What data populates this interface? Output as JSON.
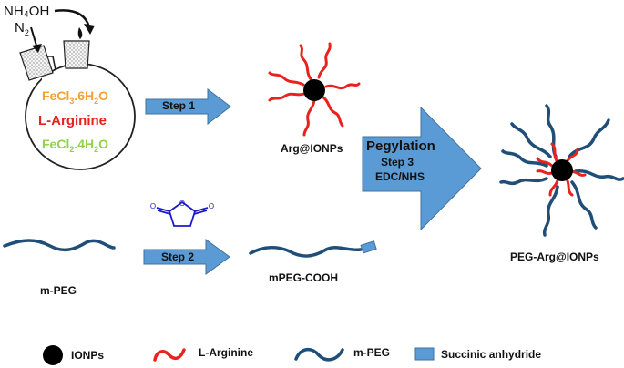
{
  "reagents": {
    "nh4oh": "NH₄OH",
    "n2_main": "N",
    "n2_sub": "2"
  },
  "flask": {
    "fecl3_main": "FeCl",
    "fecl3_sub": "3",
    "fecl3_rest": ".6H",
    "fecl3_sub2": "2",
    "fecl3_end": "O",
    "arginine": "L-Arginine",
    "fecl2_main": "FeCl",
    "fecl2_sub": "2",
    "fecl2_rest": ".4H",
    "fecl2_sub2": "2",
    "fecl2_end": "O"
  },
  "steps": {
    "step1": "Step 1",
    "step2": "Step 2",
    "pegylation": "Pegylation",
    "step3": "Step 3",
    "edc": "EDC/NHS"
  },
  "products": {
    "arg_ionps": "Arg@IONPs",
    "mpeg": "m-PEG",
    "mpeg_cooh": "mPEG-COOH",
    "peg_arg_ionps": "PEG-Arg@IONPs"
  },
  "legend": {
    "ionps": "IONPs",
    "arginine": "L-Arginine",
    "mpeg": "m-PEG",
    "succinic": "Succinic anhydride"
  },
  "colors": {
    "peg": "#1f4e79",
    "arginine": "#e8231e",
    "arrow": "#5b9bd5",
    "fecl3": "#f4a037",
    "fecl2": "#92d050",
    "anhydride": "#1a1acc"
  }
}
